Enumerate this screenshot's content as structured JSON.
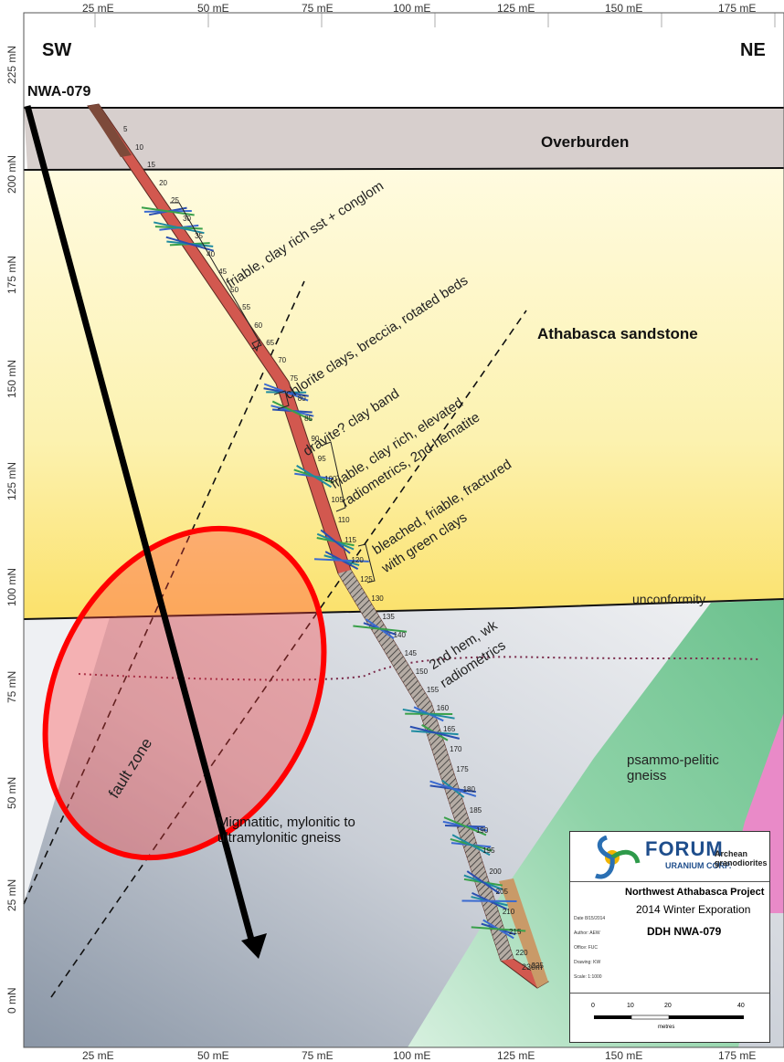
{
  "axes": {
    "x_ticks": [
      "25 mE",
      "50 mE",
      "75 mE",
      "100 mE",
      "125 mE",
      "150 mE",
      "175 mE"
    ],
    "y_ticks": [
      "225 mN",
      "200 mN",
      "175 mN",
      "150 mN",
      "125 mN",
      "100 mN",
      "75 mN",
      "50 mN",
      "25 mN",
      "0 mN"
    ]
  },
  "orientation": {
    "left": "SW",
    "right": "NE"
  },
  "hole": {
    "id": "NWA-079",
    "end_depth": "230m"
  },
  "units": {
    "overburden": "Overburden",
    "sandstone": "Athabasca sandstone",
    "unconformity": "unconformity",
    "psammo": "psammo-pelitic\ngneiss",
    "migmatitic": "Migmatitic, mylonitic to\nultramylonitic gneiss",
    "archean": "Archean\ngranodiorites"
  },
  "annotations": {
    "a1": "friable, clay rich sst + conglom",
    "a2": "chlorite clays, breccia, rotated beds",
    "a3": "dravite? clay band",
    "a4a": "friable, clay rich, elevated",
    "a4b": "radiometrics, 2nd hematite",
    "a5a": "bleached, friable, fractured",
    "a5b": "with green clays",
    "a6a": "2nd hem, wk",
    "a6b": "radiometrics",
    "fault": "fault zone"
  },
  "depth_ticks": [
    "5",
    "10",
    "15",
    "20",
    "25",
    "30",
    "35",
    "40",
    "45",
    "50",
    "55",
    "60",
    "65",
    "70",
    "75",
    "80",
    "85",
    "90",
    "95",
    "100",
    "105",
    "110",
    "115",
    "120",
    "125",
    "130",
    "135",
    "140",
    "145",
    "150",
    "155",
    "160",
    "165",
    "170",
    "175",
    "180",
    "185",
    "190",
    "195",
    "200",
    "205",
    "210",
    "215",
    "220",
    "225"
  ],
  "title_block": {
    "company": "FORUM",
    "company_sub": "URANIUM CORP.",
    "project": "Northwest Athabasca Project",
    "program": "2014 Winter Exporation",
    "drawing": "DDH NWA-079",
    "meta": [
      "Date 8/15/2014",
      "Author: AEW",
      "Office: FUC",
      "Drawing: KW",
      "Scale: 1:1000"
    ],
    "scale_ticks": [
      "0",
      "10",
      "20",
      "40"
    ],
    "scale_unit": "metres"
  },
  "colors": {
    "overburden": "#d6ccca",
    "sandstone_top": "#fdf7cf",
    "sandstone_bottom": "#fbe67f",
    "gneiss": "#c7ccd4",
    "psammo": "#a9dcb9",
    "archean": "#e984c4",
    "fault_ellipse": "#ff0000",
    "hole_fill": "#d85a55"
  }
}
